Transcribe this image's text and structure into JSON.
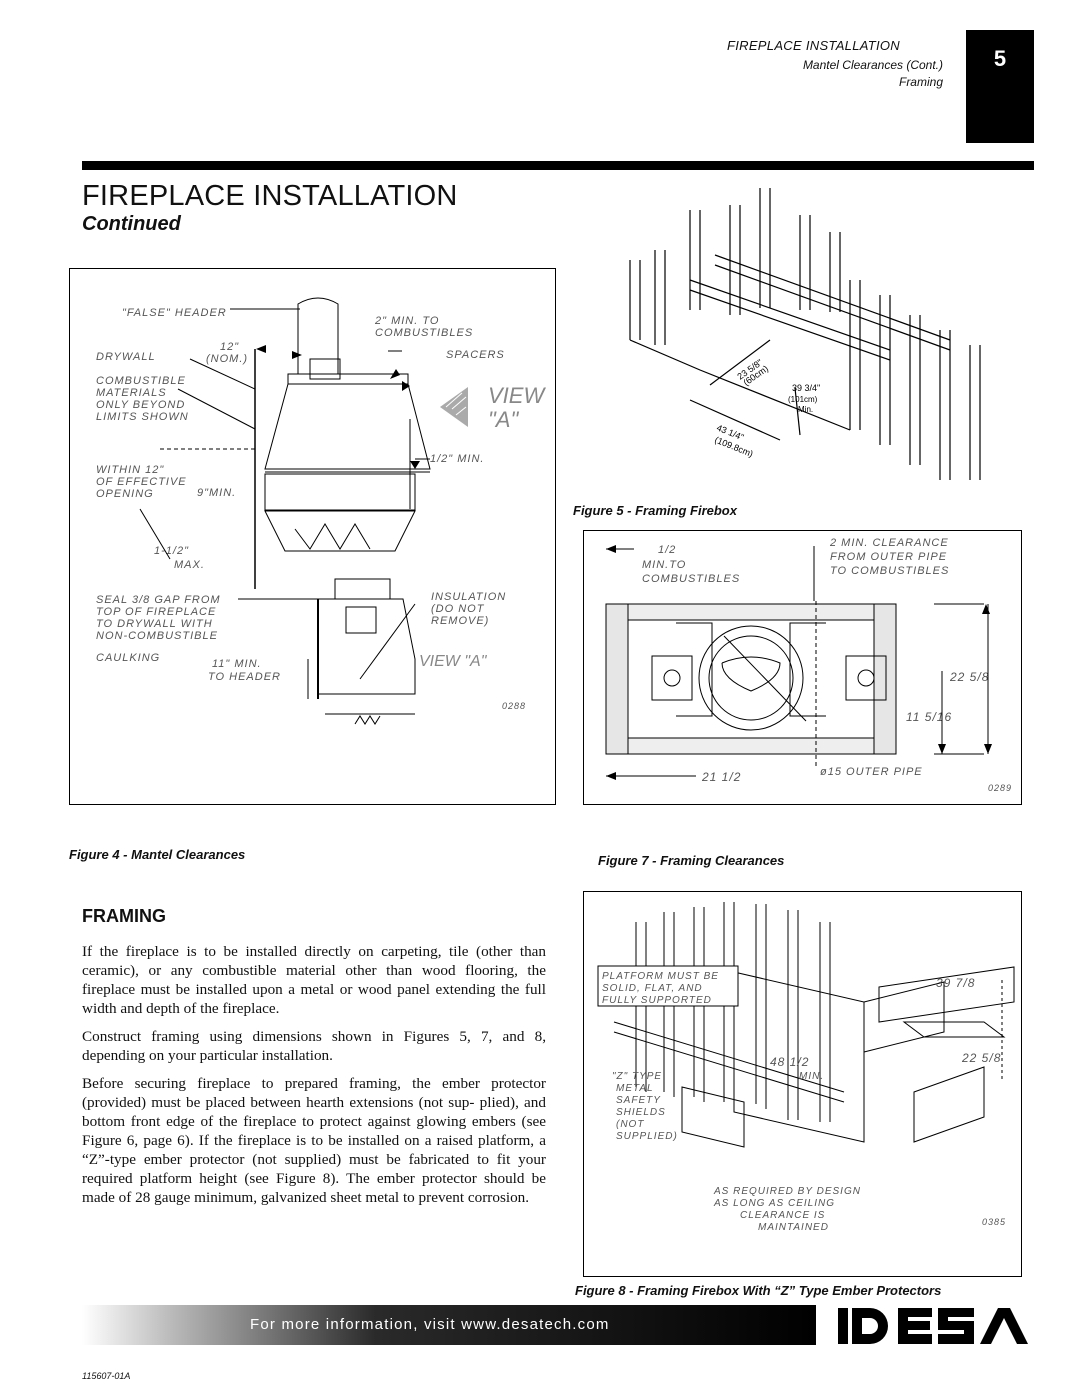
{
  "header": {
    "section": "FIREPLACE INSTALLATION",
    "subsection_1": "Mantel Clearances (Cont.)",
    "subsection_2": "Framing",
    "page_number": "5"
  },
  "title": "FIREPLACE INSTALLATION",
  "subtitle": "Continued",
  "figures": {
    "fig4": {
      "caption": "Figure 4 - Mantel Clearances",
      "labels": {
        "false_header": "\"FALSE\" HEADER",
        "min2_a": "2\" MIN. TO",
        "min2_b": "COMBUSTIBLES",
        "twelve": "12\"",
        "nom": "(NOM.)",
        "drywall": "DRYWALL",
        "spacers": "SPACERS",
        "comb_1": "COMBUSTIBLE",
        "comb_2": "MATERIALS",
        "comb_3": "ONLY BEYOND",
        "comb_4": "LIMITS SHOWN",
        "view_a_1": "VIEW",
        "view_a_2": "\"A\"",
        "half_min": "1/2\" MIN.",
        "within_1": "WITHIN 12\"",
        "within_2": "OF EFFECTIVE",
        "within_3": "OPENING",
        "nine_min": "9\"MIN.",
        "one_half_1": "1-1/2\"",
        "one_half_2": "MAX.",
        "seal_1": "SEAL 3/8 GAP FROM",
        "seal_2": "TOP OF FIREPLACE",
        "seal_3": "TO DRYWALL WITH",
        "seal_4": "NON-COMBUSTIBLE",
        "seal_5": "CAULKING",
        "ins_1": "INSULATION",
        "ins_2": "(DO NOT",
        "ins_3": "REMOVE)",
        "eleven_1": "11\" MIN.",
        "eleven_2": "TO HEADER",
        "view_a_bottom": "VIEW \"A\"",
        "code": "0288"
      }
    },
    "fig5": {
      "caption": "Figure 5 - Framing Firebox",
      "labels": {
        "d1_a": "23 5/8\"",
        "d1_b": "(60cm)",
        "d2_a": "39 3/4\"",
        "d2_b": "(101cm)",
        "d2_c": "Min.",
        "d3_a": "43 1/4\"",
        "d3_b": "(109.8cm)"
      }
    },
    "fig7": {
      "caption": "Figure 7 - Framing Clearances",
      "labels": {
        "half_1": "1/2",
        "half_2": "MIN.TO",
        "half_3": "COMBUSTIBLES",
        "clear_1": "2 MIN. CLEARANCE",
        "clear_2": "FROM OUTER PIPE",
        "clear_3": "TO COMBUSTIBLES",
        "dim_22": "22 5/8",
        "dim_11": "11 5/16",
        "dim_21": "21 1/2",
        "pipe": "ø15 OUTER PIPE",
        "code": "0289"
      }
    },
    "fig8": {
      "caption": "Figure 8 - Framing Firebox With “Z” Type Ember Protectors",
      "labels": {
        "plat_1": "PLATFORM MUST BE",
        "plat_2": "SOLID, FLAT, AND",
        "plat_3": "FULLY SUPPORTED",
        "dim_39": "39 7/8",
        "dim_48": "48 1/2",
        "min": "MIN.",
        "dim_22": "22 5/8",
        "z_1": "\"Z\" TYPE",
        "z_2": "METAL",
        "z_3": "SAFETY",
        "z_4": "SHIELDS",
        "z_5": "(NOT",
        "z_6": "SUPPLIED)",
        "req_1": "AS REQUIRED BY DESIGN",
        "req_2": "AS LONG AS CEILING",
        "req_3": "CLEARANCE IS",
        "req_4": "MAINTAINED",
        "code": "0385"
      }
    }
  },
  "framing": {
    "heading": "FRAMING",
    "paragraphs": [
      "If the fireplace is to be installed directly on carpeting, tile (other than ceramic), or any combustible material other than wood flooring, the fireplace must be installed upon a metal or wood panel extending the full width and depth of the fireplace.",
      "Construct framing using dimensions shown in Figures 5, 7, and 8, depending on your particular installation.",
      "Before securing fireplace to prepared framing, the ember protector (provided) must be placed between hearth extensions (not sup- plied), and bottom front edge of the fireplace to protect against glowing embers (see Figure 6, page 6). If the fireplace is to be installed on a raised platform, a “Z”-type ember protector (not supplied) must be fabricated to fit your required platform height (see Figure 8). The ember protector should be made of 28 gauge minimum, galvanized sheet metal to prevent corrosion."
    ]
  },
  "footer": {
    "text": "For more information, visit www.desatech.com",
    "logo": "DESA",
    "doc_id": "115607-01A"
  },
  "colors": {
    "black": "#000000",
    "gray_label": "#555555"
  }
}
